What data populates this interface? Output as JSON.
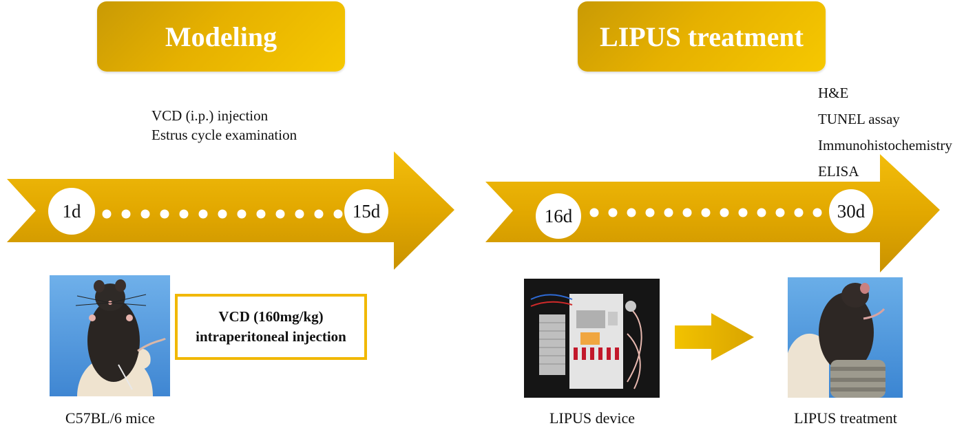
{
  "phases": {
    "modeling": {
      "title": "Modeling"
    },
    "lipus": {
      "title": "LIPUS treatment"
    }
  },
  "timeline1": {
    "start_label": "1d",
    "end_label": "15d",
    "notes": [
      "VCD (i.p.) injection",
      "Estrus cycle  examination"
    ]
  },
  "timeline2": {
    "start_label": "16d",
    "end_label": "30d",
    "assays": [
      "H&E",
      "TUNEL assay",
      "Immunohistochemistry",
      "ELISA"
    ]
  },
  "callout": {
    "line1": "VCD (160mg/kg)",
    "line2": "intraperitoneal injection"
  },
  "captions": {
    "mice": "C57BL/6 mice",
    "device": "LIPUS device",
    "treatment": "LIPUS treatment"
  },
  "colors": {
    "gold": "#e6b000",
    "gold_dark": "#c99300",
    "sky": "#4a90d8"
  }
}
